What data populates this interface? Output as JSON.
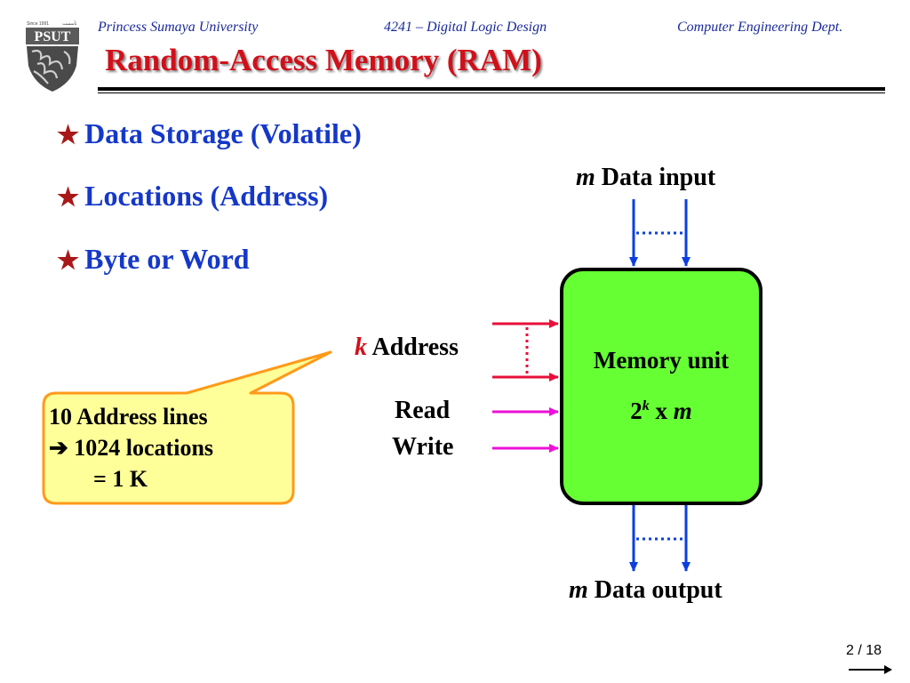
{
  "header": {
    "left": "Princess Sumaya University",
    "center": "4241 – Digital Logic Design",
    "right": "Computer Engineering Dept."
  },
  "title": "Random-Access Memory (RAM)",
  "logo": {
    "text": "PSUT",
    "tagline": "Since 1991",
    "tagline_ar": "تأسست"
  },
  "bullets": [
    "Data Storage (Volatile)",
    "Locations (Address)",
    "Byte or Word"
  ],
  "diagram": {
    "data_input": {
      "var": "m",
      "label": "Data input"
    },
    "data_output": {
      "var": "m",
      "label": "Data output"
    },
    "address": {
      "var": "k",
      "label": "Address"
    },
    "read": "Read",
    "write": "Write",
    "unit": {
      "label": "Memory unit",
      "size_base": "2",
      "size_exp": "k",
      "size_times": "x",
      "size_var": "m"
    },
    "colors": {
      "box_fill": "#66ff33",
      "data_arrows": "#0b3fe0",
      "address_arrows": "#e8103a",
      "control_arrows": "#ee10d8",
      "callout_fill": "#ffff99",
      "callout_border": "#ff9a1a"
    }
  },
  "callout": {
    "line1": "10 Address lines",
    "arrow": "➔",
    "line2": "1024 locations",
    "line3": "= 1 K"
  },
  "footer": {
    "page": "2 / 18"
  }
}
